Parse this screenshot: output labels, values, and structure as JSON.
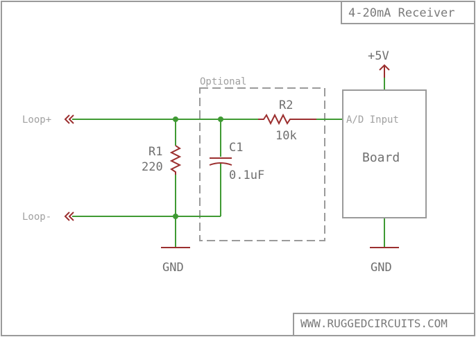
{
  "title": "4-20mA Receiver",
  "website": "WWW.RUGGEDCIRCUITS.COM",
  "optional_label": "Optional",
  "ports": {
    "loop_plus": "Loop+",
    "loop_minus": "Loop-"
  },
  "components": {
    "r1": {
      "name": "R1",
      "value": "220"
    },
    "r2": {
      "name": "R2",
      "value": "10k"
    },
    "c1": {
      "name": "C1",
      "value": "0.1uF"
    }
  },
  "board": {
    "label": "Board",
    "input_label": "A/D Input"
  },
  "power": {
    "vcc": "+5V",
    "gnd_left": "GND",
    "gnd_right": "GND"
  },
  "colors": {
    "wire": "#3f9a33",
    "component": "#9b2e2e",
    "frame": "#9a9a9a",
    "text": "#7a7a7a"
  }
}
